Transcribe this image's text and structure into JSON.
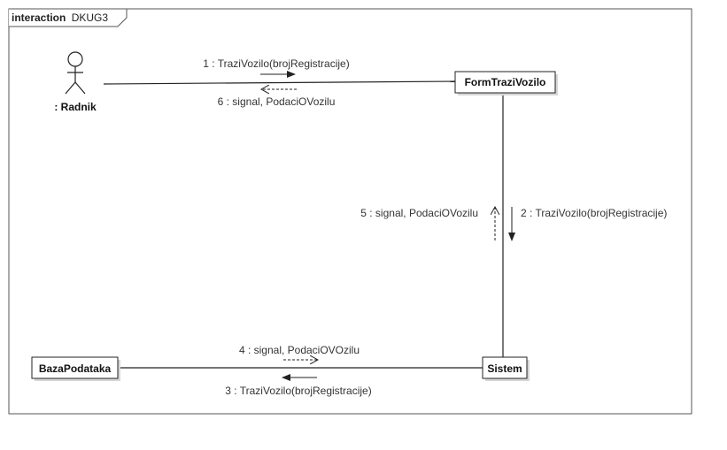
{
  "frame": {
    "keyword": "interaction",
    "name": "DKUG3"
  },
  "actor": {
    "label": ": Radnik"
  },
  "objects": {
    "form": "FormTraziVozilo",
    "sistem": "Sistem",
    "baza": "BazaPodataka"
  },
  "messages": [
    {
      "label": "1 : TraziVozilo(brojRegistracije)",
      "kind": "call"
    },
    {
      "label": "2 : TraziVozilo(brojRegistracije)",
      "kind": "call"
    },
    {
      "label": "3 : TraziVozilo(brojRegistracije)",
      "kind": "call"
    },
    {
      "label": "4 : signal, PodaciOVOzilu",
      "kind": "return"
    },
    {
      "label": "5 : signal, PodaciOVozilu",
      "kind": "return"
    },
    {
      "label": "6 : signal, PodaciOVozilu",
      "kind": "return"
    }
  ]
}
